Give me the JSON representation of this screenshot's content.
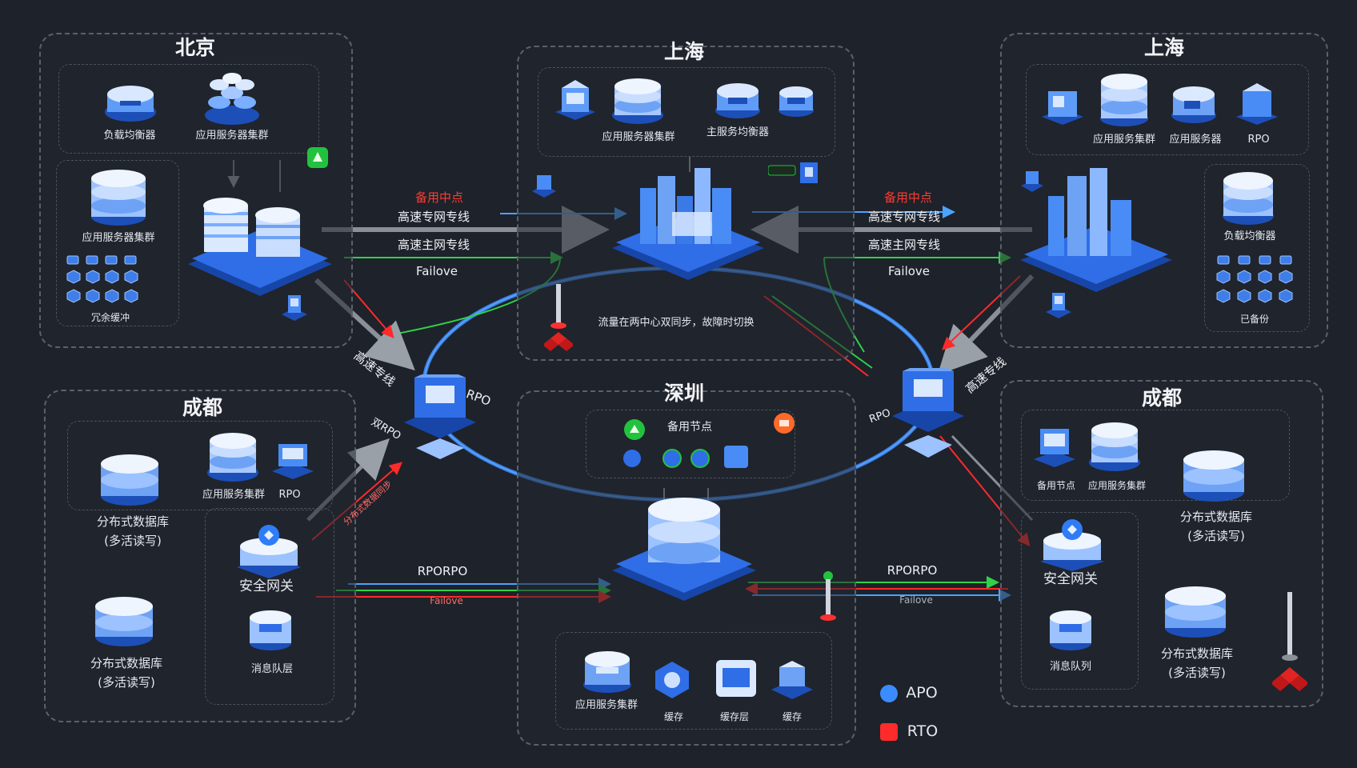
{
  "regions": {
    "beijing": {
      "title": "北京",
      "lb": "负载均衡器",
      "app_cluster_top": "应用服务器集群",
      "app_cluster_left": "应用服务器集群",
      "misc": "冗余缓冲"
    },
    "shanghai_mid": {
      "title": "上海",
      "app_cluster": "应用服务器集群",
      "lb": "主服务均衡器",
      "note": "流量在两中心双同步，故障时切换"
    },
    "shanghai_right": {
      "title": "上海",
      "app_cluster": "应用服务集群",
      "app_server": "应用服务器",
      "rpo": "RPO",
      "lb": "负载均衡器",
      "misc": "已备份"
    },
    "chengdu_left": {
      "title": "成都",
      "db1": "分布式数据库",
      "db1_sub": "(多活读写)",
      "app_cluster": "应用服务集群",
      "rpo": "RPO",
      "gateway": "安全网关",
      "db2": "分布式数据库",
      "db2_sub": "(多活读写)",
      "mq": "消息队层"
    },
    "shenzhen": {
      "title": "深圳",
      "backup_node": "备用节点",
      "app_cluster": "应用服务集群",
      "cache1": "缓存",
      "storage": "缓存层",
      "cache2": "缓存"
    },
    "chengdu_right": {
      "title": "成都",
      "backup_node": "备用节点",
      "app_cluster": "应用服务集群",
      "db1": "分布式数据库",
      "db1_sub": "(多活读写)",
      "gateway": "安全网关",
      "mq": "消息队列",
      "db2": "分布式数据库",
      "db2_sub": "(多活读写)"
    }
  },
  "links": {
    "left_backup": "备用中点",
    "left_line1": "高速专网专线",
    "left_line2": "高速主网专线",
    "left_failover": "Failove",
    "right_backup": "备用中点",
    "right_line1": "高速专网专线",
    "right_line2": "高速主网专线",
    "right_failover": "Failove",
    "diag_left": "高速专线",
    "diag_left_rpo": "RPO",
    "diag_left_sub": "双RPO",
    "diag_left_red": "分布式数据同步",
    "diag_right": "高速专线",
    "diag_right_sub": "RPO",
    "bottom_left_rpo": "RPORPO",
    "bottom_left_fail": "Failove",
    "bottom_right_rpo": "RPORPO",
    "bottom_right_fail": "Failove"
  },
  "legend": {
    "apo": "APO",
    "rto": "RTO"
  },
  "colors": {
    "background": "#1e222a",
    "accent_blue": "#2f7cf6",
    "link_green": "#2fd14a",
    "link_red": "#ff2a2a",
    "link_grey": "#8a8f98"
  }
}
